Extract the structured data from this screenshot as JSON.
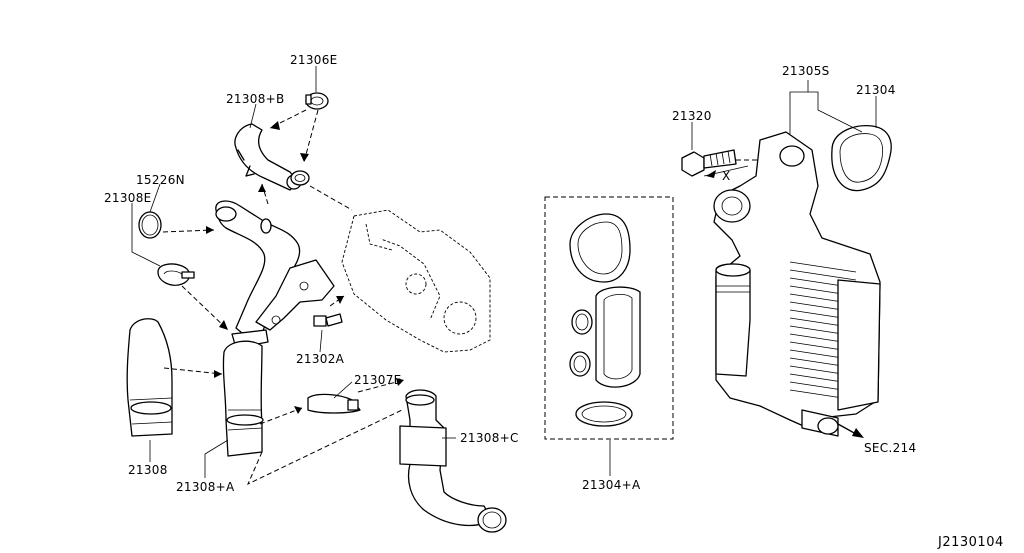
{
  "labels": {
    "p21306e": "21306E",
    "p21308b": "21308+B",
    "p15226n": "15226N",
    "p21308e": "21308E",
    "p21302a": "21302A",
    "p21307e": "21307E",
    "p21308c": "21308+C",
    "p21308": "21308",
    "p21308a": "21308+A",
    "p21320": "21320",
    "p21305s": "21305S",
    "p21304": "21304",
    "p21304a": "21304+A",
    "sec214": "SEC.214",
    "arrowx": "X",
    "diagram_code": "J2130104"
  }
}
